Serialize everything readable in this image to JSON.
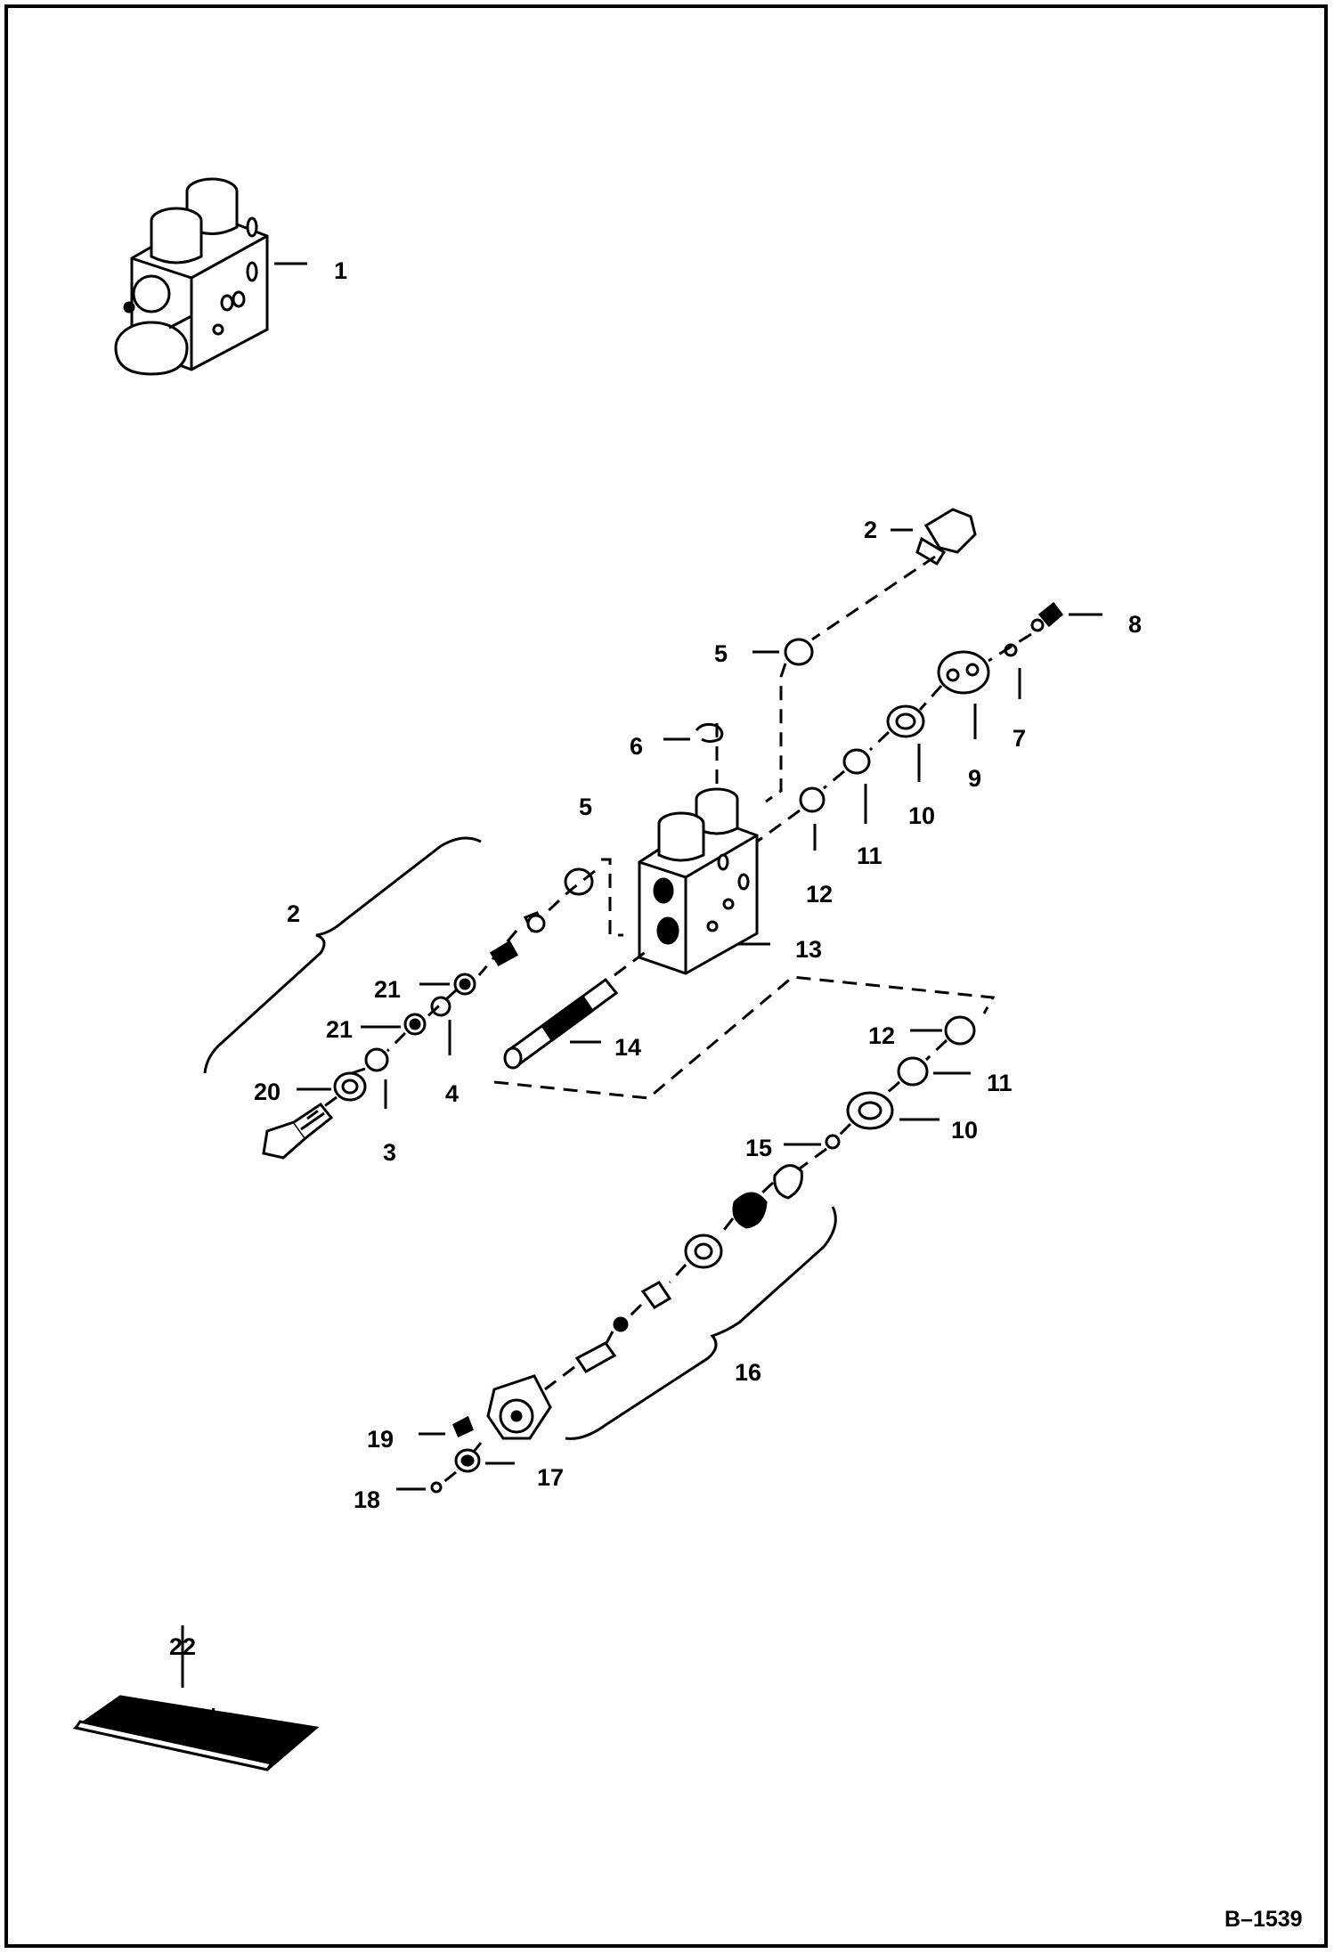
{
  "figure_id": "B–1539",
  "callouts": [
    {
      "id": "c1",
      "text": "1"
    },
    {
      "id": "c2a",
      "text": "2"
    },
    {
      "id": "c2b",
      "text": "2"
    },
    {
      "id": "c3",
      "text": "3"
    },
    {
      "id": "c4",
      "text": "4"
    },
    {
      "id": "c5a",
      "text": "5"
    },
    {
      "id": "c5b",
      "text": "5"
    },
    {
      "id": "c6",
      "text": "6"
    },
    {
      "id": "c7",
      "text": "7"
    },
    {
      "id": "c8",
      "text": "8"
    },
    {
      "id": "c9",
      "text": "9"
    },
    {
      "id": "c10a",
      "text": "10"
    },
    {
      "id": "c10b",
      "text": "10"
    },
    {
      "id": "c11a",
      "text": "11"
    },
    {
      "id": "c11b",
      "text": "11"
    },
    {
      "id": "c12a",
      "text": "12"
    },
    {
      "id": "c12b",
      "text": "12"
    },
    {
      "id": "c13",
      "text": "13"
    },
    {
      "id": "c14",
      "text": "14"
    },
    {
      "id": "c15",
      "text": "15"
    },
    {
      "id": "c16",
      "text": "16"
    },
    {
      "id": "c17",
      "text": "17"
    },
    {
      "id": "c18",
      "text": "18"
    },
    {
      "id": "c19",
      "text": "19"
    },
    {
      "id": "c20",
      "text": "20"
    },
    {
      "id": "c21a",
      "text": "21"
    },
    {
      "id": "c21b",
      "text": "21"
    },
    {
      "id": "c22",
      "text": "22"
    }
  ]
}
